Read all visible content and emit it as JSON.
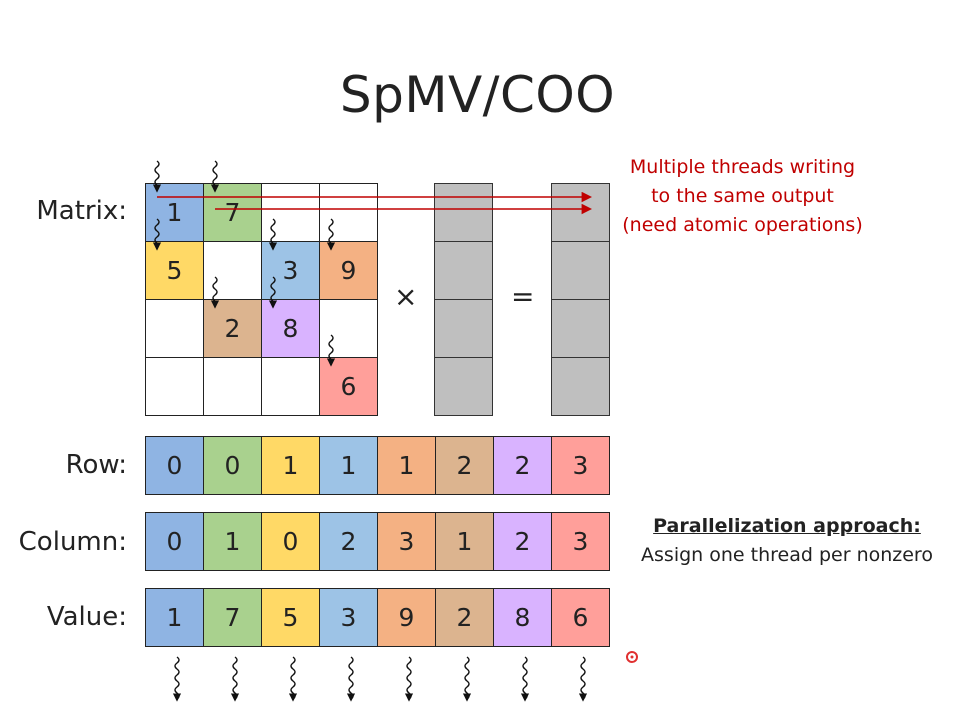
{
  "title": "SpMV/COO",
  "labels": {
    "matrix": "Matrix:",
    "row": "Row:",
    "column": "Column:",
    "value": "Value:"
  },
  "operators": {
    "times": "×",
    "equals": "="
  },
  "colors": [
    "#8fb4e3",
    "#a9d18e",
    "#ffd966",
    "#9dc3e6",
    "#f4b183",
    "#dcb48f",
    "#d9b3ff",
    "#ff9f9a"
  ],
  "matrix": [
    [
      {
        "v": "1",
        "c": 0
      },
      {
        "v": "7",
        "c": 1
      },
      {
        "v": "",
        "c": -1
      },
      {
        "v": "",
        "c": -1
      }
    ],
    [
      {
        "v": "5",
        "c": 2
      },
      {
        "v": "",
        "c": -1
      },
      {
        "v": "3",
        "c": 3
      },
      {
        "v": "9",
        "c": 4
      }
    ],
    [
      {
        "v": "",
        "c": -1
      },
      {
        "v": "2",
        "c": 5
      },
      {
        "v": "8",
        "c": 6
      },
      {
        "v": "",
        "c": -1
      }
    ],
    [
      {
        "v": "",
        "c": -1
      },
      {
        "v": "",
        "c": -1
      },
      {
        "v": "",
        "c": -1
      },
      {
        "v": "6",
        "c": 7
      }
    ]
  ],
  "row": [
    "0",
    "0",
    "1",
    "1",
    "1",
    "2",
    "2",
    "3"
  ],
  "column": [
    "0",
    "1",
    "0",
    "2",
    "3",
    "1",
    "2",
    "3"
  ],
  "value": [
    "1",
    "7",
    "5",
    "3",
    "9",
    "2",
    "8",
    "6"
  ],
  "note": {
    "line1": "Multiple threads writing",
    "line2": "to the same output",
    "line3": "(need atomic operations)"
  },
  "approach": {
    "heading": "Parallelization approach:",
    "body": "Assign one thread per nonzero"
  }
}
